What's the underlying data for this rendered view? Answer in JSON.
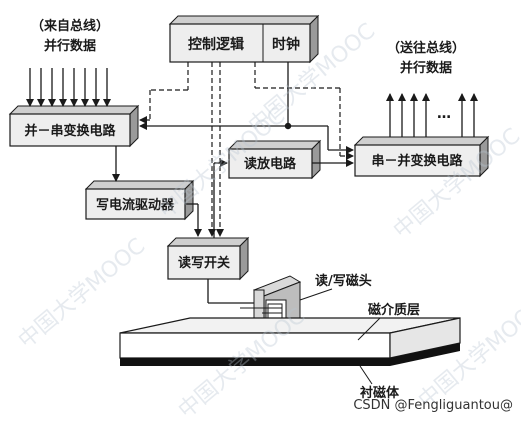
{
  "boxes": {
    "control_logic": "控制逻辑",
    "clock": "时钟",
    "par_to_ser": "并－串变换电路",
    "read_amp": "读放电路",
    "ser_to_par": "串－并变换电路",
    "write_driver": "写电流驱动器",
    "rw_switch": "读写开关"
  },
  "labels": {
    "from_bus_line1": "（来自总线）",
    "from_bus_line2": "并行数据",
    "to_bus_line1": "（送往总线）",
    "to_bus_line2": "并行数据",
    "ellipsis": "…",
    "head": "读/写磁头",
    "medium": "磁介质层",
    "substrate": "衬磁体"
  },
  "watermarks": [
    "中国大学MOOC",
    "中国大学MOOC",
    "中国大学MOOC",
    "中国大学MOOC",
    "中国大学MOOC",
    "中国大学MOOC"
  ],
  "credit": "CSDN @Fengliguantou@",
  "colors": {
    "box_fill": "#eeeeee",
    "box_depth": "#9a9a9a",
    "stroke": "#1a1a1a"
  }
}
